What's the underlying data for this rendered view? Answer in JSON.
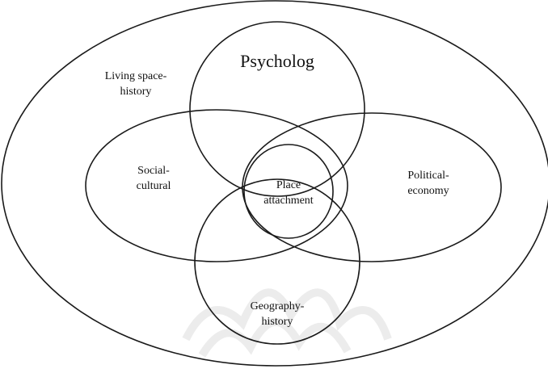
{
  "diagram": {
    "labels": {
      "outer": "Living space-\nhistory",
      "psychology": "Psycholog",
      "social": "Social-\ncultural",
      "political": "Political-\neconomy",
      "center": "Place\nattachment",
      "geography": "Geography-\nhistory"
    },
    "colors": {
      "stroke": "#1a1a1a",
      "text": "#111111",
      "watermark": "#ececec"
    }
  }
}
